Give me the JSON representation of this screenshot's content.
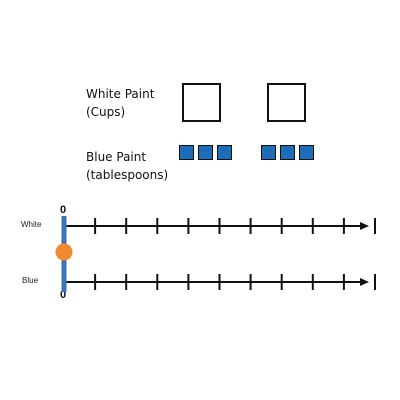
{
  "legend": {
    "white_paint_label_line1": "White Paint",
    "white_paint_label_line2": "(Cups)",
    "blue_paint_label_line1": "Blue Paint",
    "blue_paint_label_line2": "(tablespoons)"
  },
  "groups": {
    "count": 2,
    "white_squares_per_group": 1,
    "blue_squares_per_group": 3
  },
  "number_lines": {
    "top_label": "White",
    "bottom_label": "Blue",
    "top_zero_label": "0",
    "bottom_zero_label": "0",
    "tick_count": 10,
    "marker_value": 0
  },
  "colors": {
    "blue_square": "#1F6DB8",
    "axis_line": "#111111",
    "zero_bar": "#3A73B9",
    "marker": "#F08A30"
  }
}
